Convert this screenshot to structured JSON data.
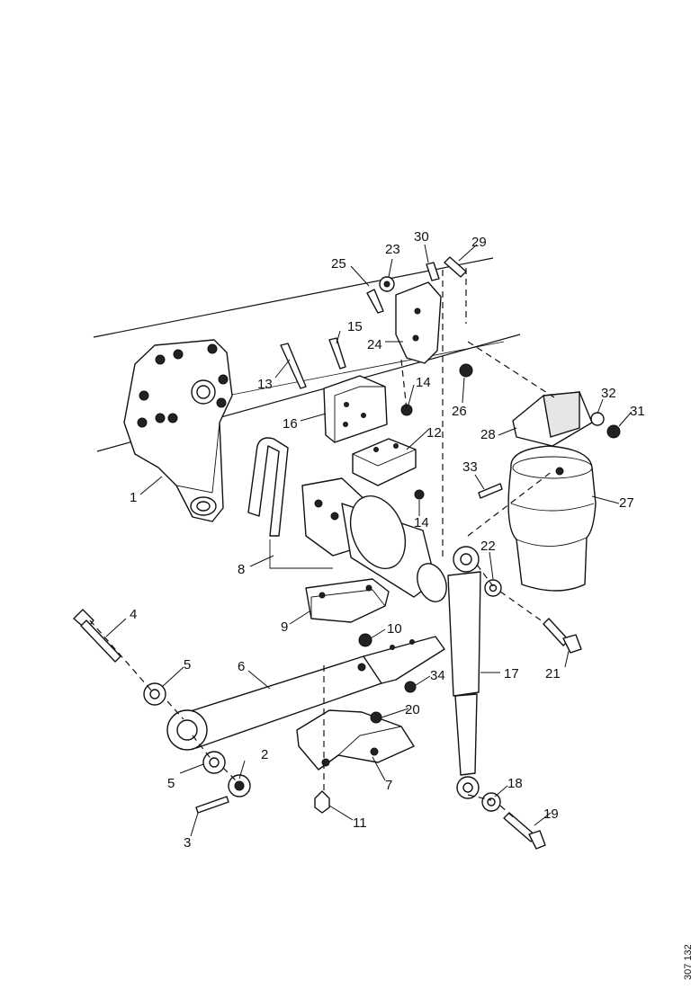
{
  "diagram": {
    "drawing_reference": "307 132",
    "callouts": {
      "n1": "1",
      "n2": "2",
      "n3": "3",
      "n4": "4",
      "n5a": "5",
      "n5b": "5",
      "n6": "6",
      "n7": "7",
      "n8": "8",
      "n9": "9",
      "n10": "10",
      "n11": "11",
      "n12": "12",
      "n13": "13",
      "n14a": "14",
      "n14b": "14",
      "n15": "15",
      "n16": "16",
      "n17": "17",
      "n18": "18",
      "n19": "19",
      "n20": "20",
      "n21": "21",
      "n22": "22",
      "n23": "23",
      "n24": "24",
      "n25": "25",
      "n26": "26",
      "n27": "27",
      "n28": "28",
      "n29": "29",
      "n30": "30",
      "n31": "31",
      "n32": "32",
      "n33": "33",
      "n34": "34"
    }
  }
}
